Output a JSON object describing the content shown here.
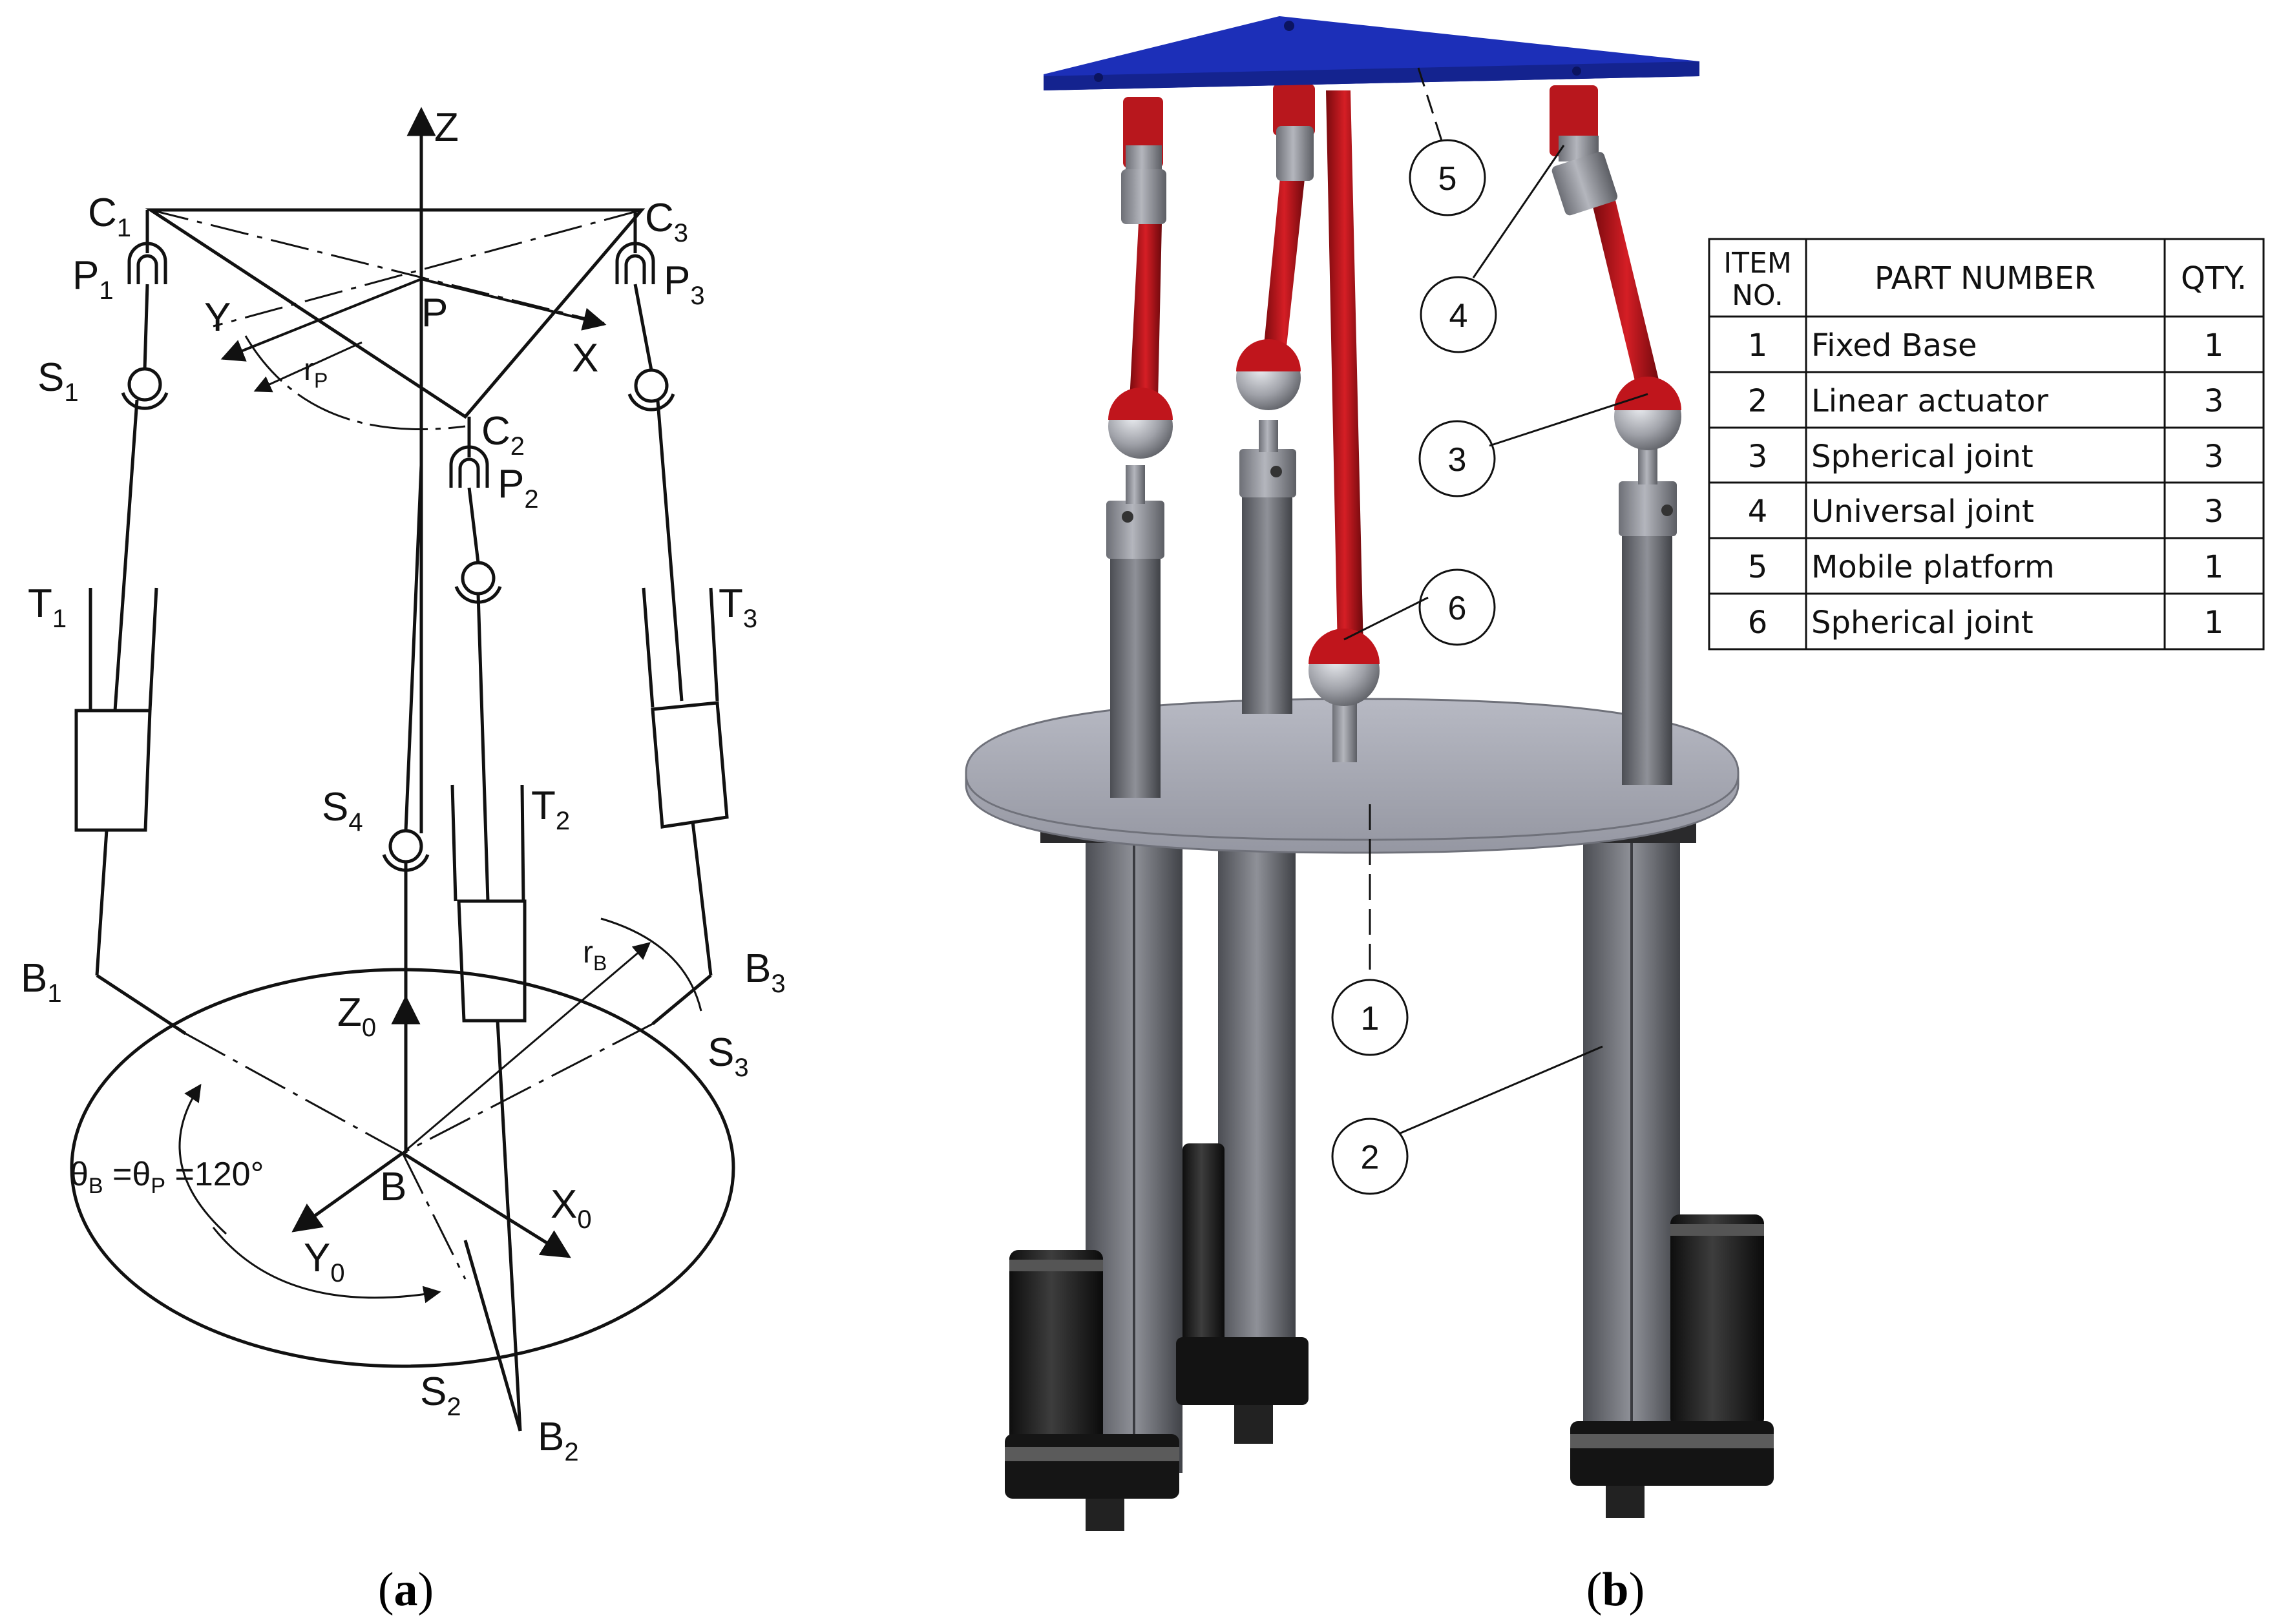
{
  "panel_a": {
    "caption_open": "(",
    "caption_letter": "a",
    "caption_close": ")",
    "axes": {
      "z": "Z",
      "y": "Y",
      "x": "X",
      "z0": "Z",
      "y0": "Y",
      "x0": "X",
      "p": "P",
      "b": "B",
      "sub0": "0"
    },
    "points": {
      "c1": {
        "base": "C",
        "sub": "1"
      },
      "c2": {
        "base": "C",
        "sub": "2"
      },
      "c3": {
        "base": "C",
        "sub": "3"
      },
      "p1": {
        "base": "P",
        "sub": "1"
      },
      "p2": {
        "base": "P",
        "sub": "2"
      },
      "p3": {
        "base": "P",
        "sub": "3"
      },
      "s1": {
        "base": "S",
        "sub": "1"
      },
      "s2": {
        "base": "S",
        "sub": "2"
      },
      "s3": {
        "base": "S",
        "sub": "3"
      },
      "s4": {
        "base": "S",
        "sub": "4"
      },
      "t1": {
        "base": "T",
        "sub": "1"
      },
      "t2": {
        "base": "T",
        "sub": "2"
      },
      "t3": {
        "base": "T",
        "sub": "3"
      },
      "b1": {
        "base": "B",
        "sub": "1"
      },
      "b2": {
        "base": "B",
        "sub": "2"
      },
      "b3": {
        "base": "B",
        "sub": "3"
      }
    },
    "radius_p": {
      "base": "r",
      "sub": "P"
    },
    "radius_b": {
      "base": "r",
      "sub": "B"
    },
    "angle": {
      "theta": "θ",
      "sub_b": "B",
      "eq1": " =θ",
      "sub_p": "P",
      "eq2": " =120°"
    }
  },
  "panel_b": {
    "caption_open": "(",
    "caption_letter": "b",
    "caption_close": ")",
    "balloons": [
      "1",
      "2",
      "3",
      "4",
      "5",
      "6"
    ],
    "colors": {
      "platform": "#1c2fb8",
      "rod": "#c0151c",
      "metal": "#9a9ca3",
      "base": "#a6a8b3",
      "motor": "#1a1a1a"
    },
    "bom": {
      "headers": {
        "item_line1": "ITEM",
        "item_line2": "NO.",
        "part": "PART NUMBER",
        "qty": "QTY."
      },
      "rows": [
        {
          "item": "1",
          "part": "Fixed Base",
          "qty": "1"
        },
        {
          "item": "2",
          "part": "Linear actuator",
          "qty": "3"
        },
        {
          "item": "3",
          "part": "Spherical joint",
          "qty": "3"
        },
        {
          "item": "4",
          "part": "Universal joint",
          "qty": "3"
        },
        {
          "item": "5",
          "part": "Mobile platform",
          "qty": "1"
        },
        {
          "item": "6",
          "part": "Spherical joint",
          "qty": "1"
        }
      ]
    }
  }
}
